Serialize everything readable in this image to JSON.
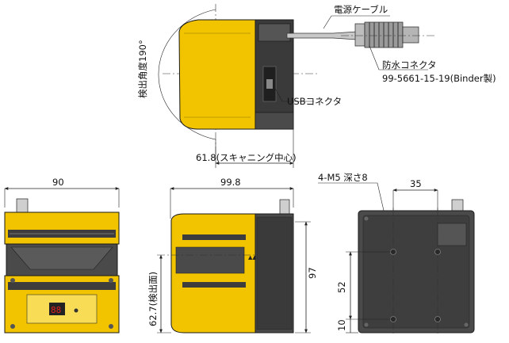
{
  "labels": {
    "power_cable": "電源ケーブル",
    "waterproof_connector": "防水コネクタ",
    "connector_part": "99-5661-15-19(Binder製)",
    "usb_connector": "USBコネクタ",
    "detection_angle": "検出角度190°",
    "scan_center": "61.8(スキャニング中心)",
    "holes": "4-M5 深さ8",
    "detection_plane": "62.7(検出面)"
  },
  "dimensions": {
    "front_width": "90",
    "side_depth": "99.8",
    "side_height": "97",
    "back_hole_pitch_x": "35",
    "back_hole_pitch_y": "52",
    "back_hole_offset": "10"
  },
  "colors": {
    "housing_yellow": "#f2c400",
    "housing_dark": "#3a3a3a",
    "housing_grey": "#5a5a5a",
    "cable_grey": "#c8c8c8",
    "display_red": "#e02020"
  }
}
